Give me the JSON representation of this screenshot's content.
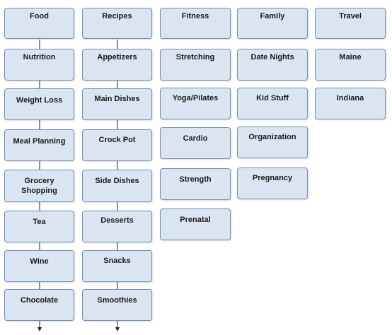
{
  "columns": [
    {
      "header": "Food",
      "items": [
        "Nutrition",
        "Weight Loss",
        "Meal Planning",
        "Grocery Shopping",
        "Tea",
        "Wine",
        "Chocolate"
      ]
    },
    {
      "header": "Recipes",
      "items": [
        "Appetizers",
        "Main Dishes",
        "Crock Pot",
        "Side Dishes",
        "Desserts",
        "Snacks",
        "Smoothies"
      ]
    },
    {
      "header": "Fitness",
      "items": [
        "Stretching",
        "Yoga/Pilates",
        "Cardio",
        "Strength",
        "Prenatal"
      ]
    },
    {
      "header": "Family",
      "items": [
        "Date Nights",
        "Kid Stuff",
        "Organization",
        "Pregnancy"
      ]
    },
    {
      "header": "Travel",
      "items": [
        "Maine",
        "Indiana"
      ]
    }
  ],
  "colors": {
    "node_fill": "#dbe5f1",
    "node_border": "#6e8fb7",
    "connector": "#222222",
    "text": "#1a1a1a"
  }
}
